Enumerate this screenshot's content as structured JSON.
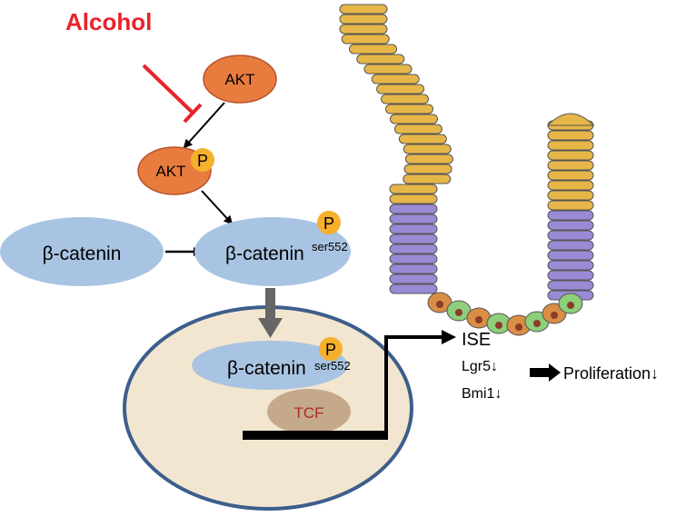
{
  "labels": {
    "alcohol": "Alcohol",
    "akt_top": "AKT",
    "akt_phospho": "AKT",
    "phospho_mark": "P",
    "beta_catenin": "β-catenin",
    "beta_catenin_p": "β-catenin",
    "ser552": "ser552",
    "beta_catenin_nuclear": "β-catenin",
    "tcf": "TCF",
    "ise": "ISE",
    "lgr5": "Lgr5↓",
    "bmi1": "Bmi1↓",
    "proliferation": "Proliferation↓"
  },
  "colors": {
    "alcohol": "#e8232a",
    "akt_fill": "#e87c3e",
    "akt_stroke": "#b8522a",
    "phospho_fill": "#f6b02c",
    "catenin_fill": "#a9c4e2",
    "nucleus_fill": "#f3e6d0",
    "nucleus_stroke": "#3d5e8c",
    "tcf_fill": "#c4a98a",
    "tcf_text": "#b02a2a",
    "arrow_gray": "#666666",
    "villus_cell": "#e6b648",
    "crypt_cell": "#9a8ad6",
    "paneth_cell": "#d98d45",
    "stem_cell": "#8dcf7a"
  }
}
